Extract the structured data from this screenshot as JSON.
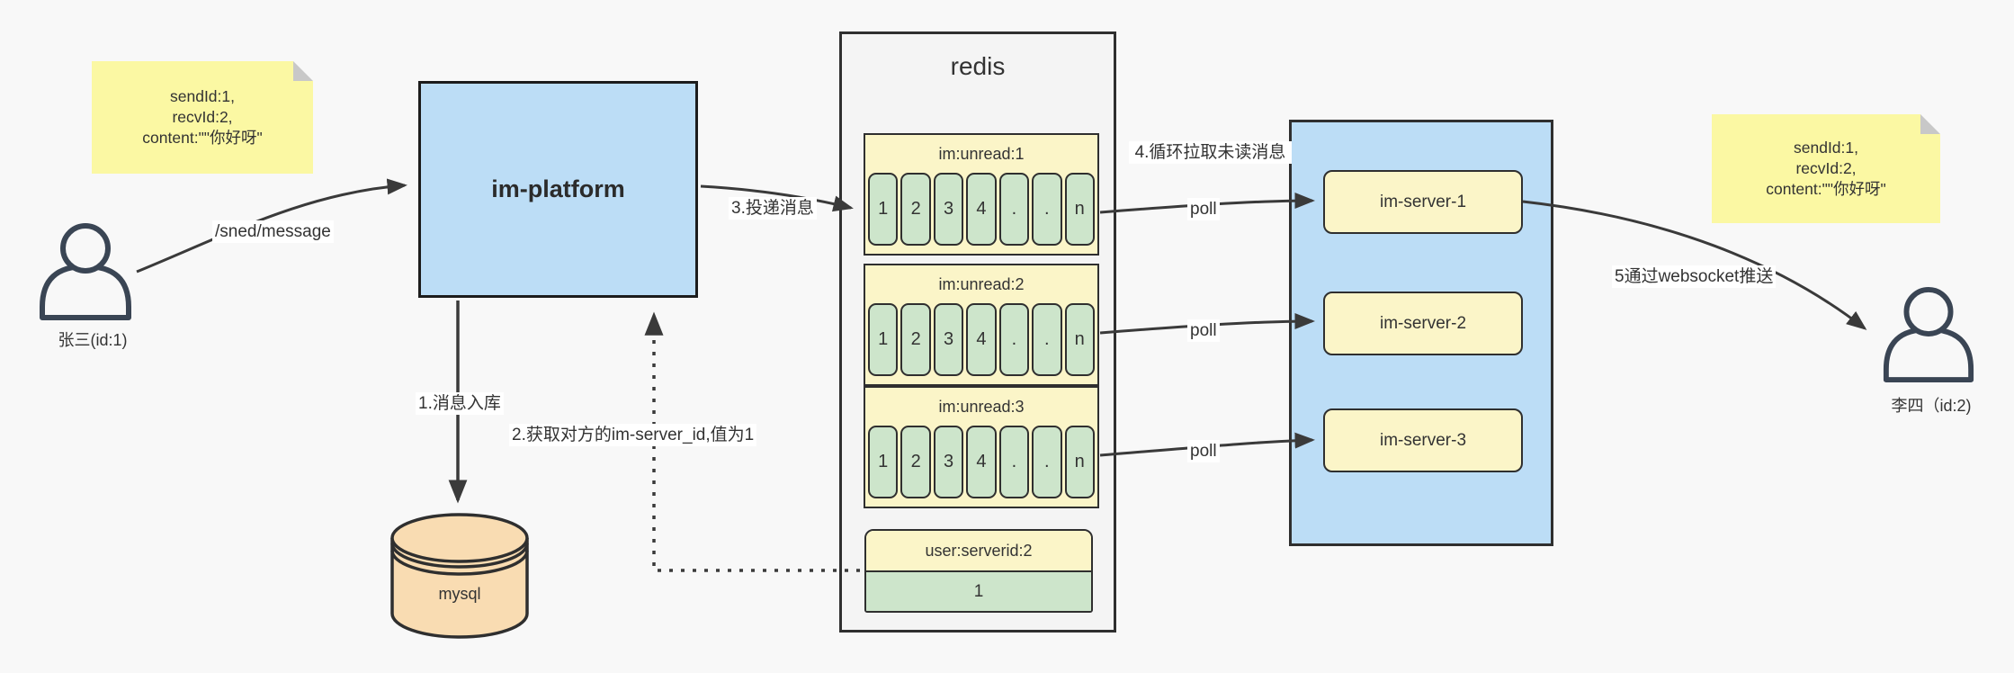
{
  "actors": {
    "sender": {
      "label": "张三(id:1)"
    },
    "receiver": {
      "label": "李四（id:2)"
    }
  },
  "notes": {
    "left": {
      "lines": [
        "sendId:1,",
        "recvId:2,",
        "content:\"\"你好呀\""
      ]
    },
    "right": {
      "lines": [
        "sendId:1,",
        "recvId:2,",
        "content:\"\"你好呀\""
      ]
    }
  },
  "platform": {
    "label": "im-platform"
  },
  "database": {
    "label": "mysql"
  },
  "redis": {
    "title": "redis",
    "queues": [
      {
        "name": "im:unread:1",
        "cells": [
          "1",
          "2",
          "3",
          "4",
          ".",
          ".",
          "n"
        ]
      },
      {
        "name": "im:unread:2",
        "cells": [
          "1",
          "2",
          "3",
          "4",
          ".",
          ".",
          "n"
        ]
      },
      {
        "name": "im:unread:3",
        "cells": [
          "1",
          "2",
          "3",
          "4",
          ".",
          ".",
          "n"
        ]
      }
    ],
    "kv": {
      "key": "user:serverid:2",
      "value": "1"
    }
  },
  "servers": [
    {
      "label": "im-server-1"
    },
    {
      "label": "im-server-2"
    },
    {
      "label": "im-server-3"
    }
  ],
  "edges": {
    "send": "/sned/message",
    "step1": "1.消息入库",
    "step2": "2.获取对方的im-server_id,值为1",
    "step3": "3.投递消息",
    "step4": "4.循环拉取未读消息",
    "poll": "poll",
    "step5": "5通过websocket推送"
  },
  "colors": {
    "background": "#f8f8f8",
    "note_yellow": "#fbf8a3",
    "box_blue": "#bcddf6",
    "panel_yellow": "#fbf5c8",
    "cell_green": "#cde5cb",
    "db_orange": "#f9dcb2",
    "redis_gray": "#f4f4f4",
    "stroke_dark": "#3a3a3a"
  }
}
